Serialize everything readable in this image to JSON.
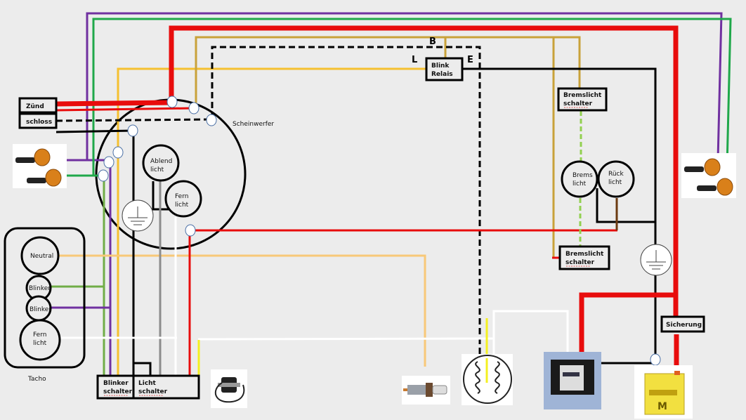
{
  "labels": {
    "zuend": "Zünd",
    "schloss": "schloss",
    "scheinwerfer": "Scheinwerfer",
    "ablend_1": "Ablend",
    "ablend_2": "licht",
    "fern_1": "Fern",
    "fern_2": "licht",
    "blink_relais_1": "Blink",
    "blink_relais_2": "Relais",
    "terminal_b": "B",
    "terminal_l": "L",
    "terminal_e": "E",
    "bremslicht_schalter_top_1": "Bremslicht",
    "bremslicht_schalter_top_2": "schalter",
    "bremslicht_schalter_bottom_1": "Bremslicht",
    "bremslicht_schalter_bottom_2": "schalter",
    "brems_licht_1": "Brems",
    "brems_licht_2": "licht",
    "rueck_licht_1": "Rück",
    "rueck_licht_2": "licht",
    "sicherung": "Sicherung",
    "tacho": "Tacho",
    "tacho_neutral": "Neutral",
    "tacho_blinker_1": "Blinker",
    "tacho_blinker_2": "Blinker",
    "tacho_fern_1": "Fern",
    "tacho_fern_2": "licht",
    "blinker_schalter_1": "Blinker",
    "blinker_schalter_2": "schalter",
    "licht_schalter_1": "Licht",
    "licht_schalter_2": "schalter"
  },
  "colors": {
    "background": "#ececec",
    "red": "#e80c0c",
    "purple": "#7030a0",
    "green": "#1fa84a",
    "green_light": "#70ad47",
    "gold": "#c9a23a",
    "yellow": "#f5c030",
    "light_orange": "#f8c878",
    "bright_yellow": "#f4f020",
    "gray": "#8c8c8c",
    "white": "#ffffff",
    "brown": "#6b3a10",
    "dashed_green": "#92d050",
    "connector_stroke": "#4a6fa5"
  },
  "components": [
    "turn-signal-left",
    "turn-signal-right",
    "ignition-coil",
    "spark-plug",
    "stator",
    "regulator",
    "battery",
    "ground-symbol"
  ]
}
